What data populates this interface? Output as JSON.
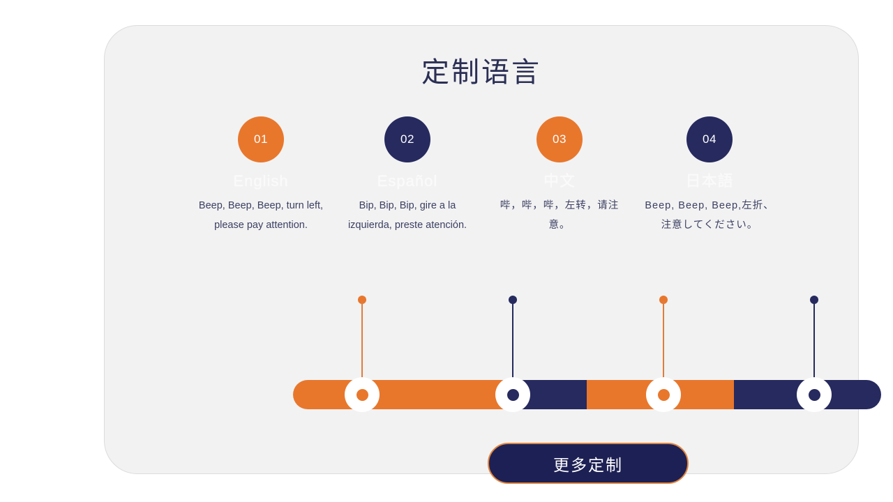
{
  "slide": {
    "title": "定制语言",
    "background_color": "#ffffff",
    "card_color": "#f2f2f2"
  },
  "colors": {
    "orange": "#e8772c",
    "navy": "#262a5e",
    "text": "#3b3f63",
    "title": "#2b2f55",
    "button_border": "#e0853f",
    "button_fill": "#1d2054"
  },
  "steps": [
    {
      "number": "01",
      "accent": "orange",
      "language": "English",
      "phrase": "Beep, Beep, Beep, turn left, please pay attention."
    },
    {
      "number": "02",
      "accent": "navy",
      "language": "Español",
      "phrase": "Bip, Bip, Bip, gire a la izquierda, preste atención."
    },
    {
      "number": "03",
      "accent": "orange",
      "language": "中文",
      "phrase": "哔，哔，哔，左转，请注意。"
    },
    {
      "number": "04",
      "accent": "navy",
      "language": "日本語",
      "phrase": "Beep, Beep, Beep,左折、注意してください。"
    }
  ],
  "progress_bar": {
    "segments": [
      {
        "accent": "orange",
        "width_pct": 37
      },
      {
        "accent": "navy",
        "width_pct": 13
      },
      {
        "accent": "orange",
        "width_pct": 25
      },
      {
        "accent": "navy",
        "width_pct": 25
      }
    ]
  },
  "cta": {
    "label": "更多定制"
  }
}
